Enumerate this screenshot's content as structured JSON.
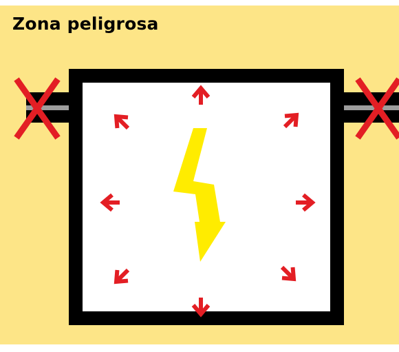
{
  "diagram": {
    "title": "Zona peligrosa",
    "colors": {
      "background": "#fde587",
      "frame": "#000000",
      "interior": "#ffffff",
      "arrows": "#e31e24",
      "lightning": "#ffec00",
      "cables": "#9d9d9d",
      "cross": "#e31e24"
    },
    "icons": [
      "danger-zone-background",
      "enclosure-frame",
      "lightning-bolt-icon",
      "arrow-icon",
      "cable-connector",
      "cross-icon"
    ]
  }
}
